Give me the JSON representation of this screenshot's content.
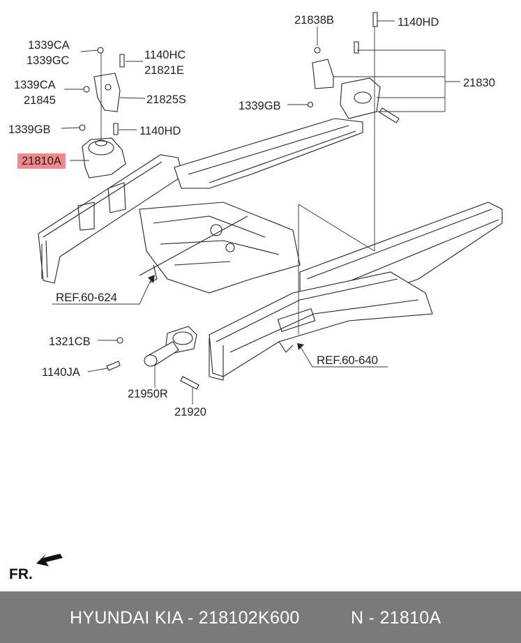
{
  "labels": {
    "p1339CA_a": "1339CA",
    "p1339GC": "1339GC",
    "p1140HC": "1140HC",
    "p21821E": "21821E",
    "p1339CA_b": "1339CA",
    "p21845": "21845",
    "p21825S": "21825S",
    "p1339GB_a": "1339GB",
    "p1140HD_a": "1140HD",
    "p21810A": "21810A",
    "p21838B": "21838B",
    "p1140HD_b": "1140HD",
    "p21830": "21830",
    "p1339GB_b": "1339GB",
    "ref624": "REF.60-624",
    "ref640": "REF.60-640",
    "p1321CB": "1321CB",
    "p1140JA": "1140JA",
    "p21950R": "21950R",
    "p21920": "21920",
    "fr": "FR."
  },
  "highlight_color": "#f08a8a",
  "footer": {
    "left_text": "HYUNDAI  KIA - 218102K600",
    "right_text": "N - 21810A",
    "background": "#7a7a7a"
  }
}
